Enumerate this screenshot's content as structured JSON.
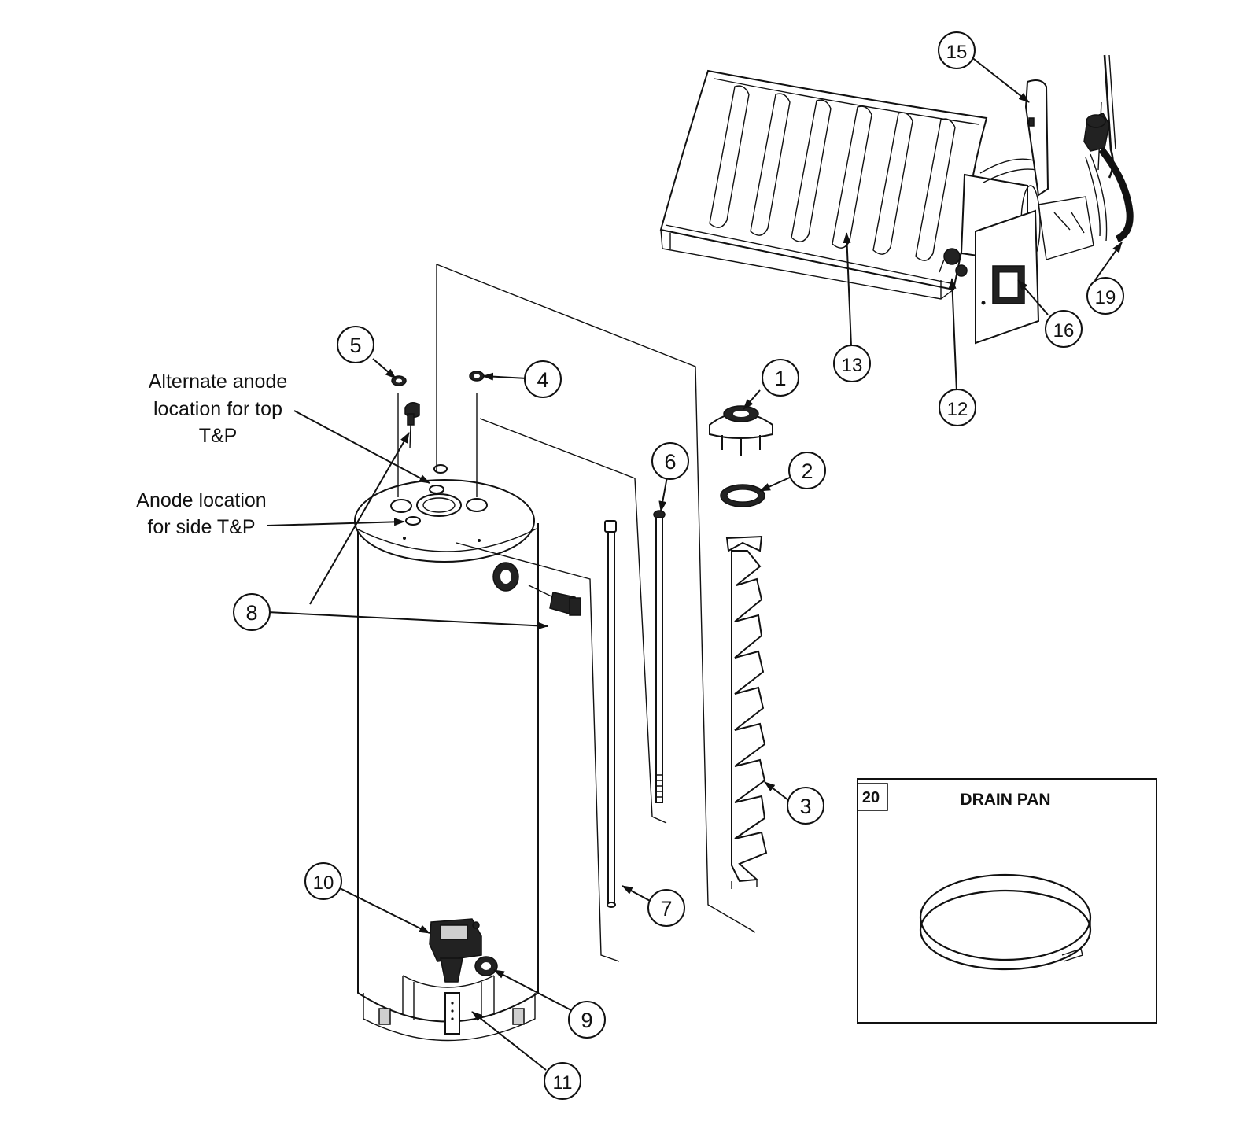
{
  "callouts": {
    "c1": "1",
    "c2": "2",
    "c3": "3",
    "c4": "4",
    "c5": "5",
    "c6": "6",
    "c7": "7",
    "c8": "8",
    "c9": "9",
    "c10": "10",
    "c11": "11",
    "c12": "12",
    "c13": "13",
    "c15": "15",
    "c16": "16",
    "c19": "19"
  },
  "notes": {
    "alt_anode_line1": "Alternate anode",
    "alt_anode_line2": "location for top",
    "alt_anode_line3": "T&P",
    "side_anode_line1": "Anode location",
    "side_anode_line2": "for side T&P"
  },
  "drain_pan": {
    "number": "20",
    "title": "DRAIN PAN"
  }
}
